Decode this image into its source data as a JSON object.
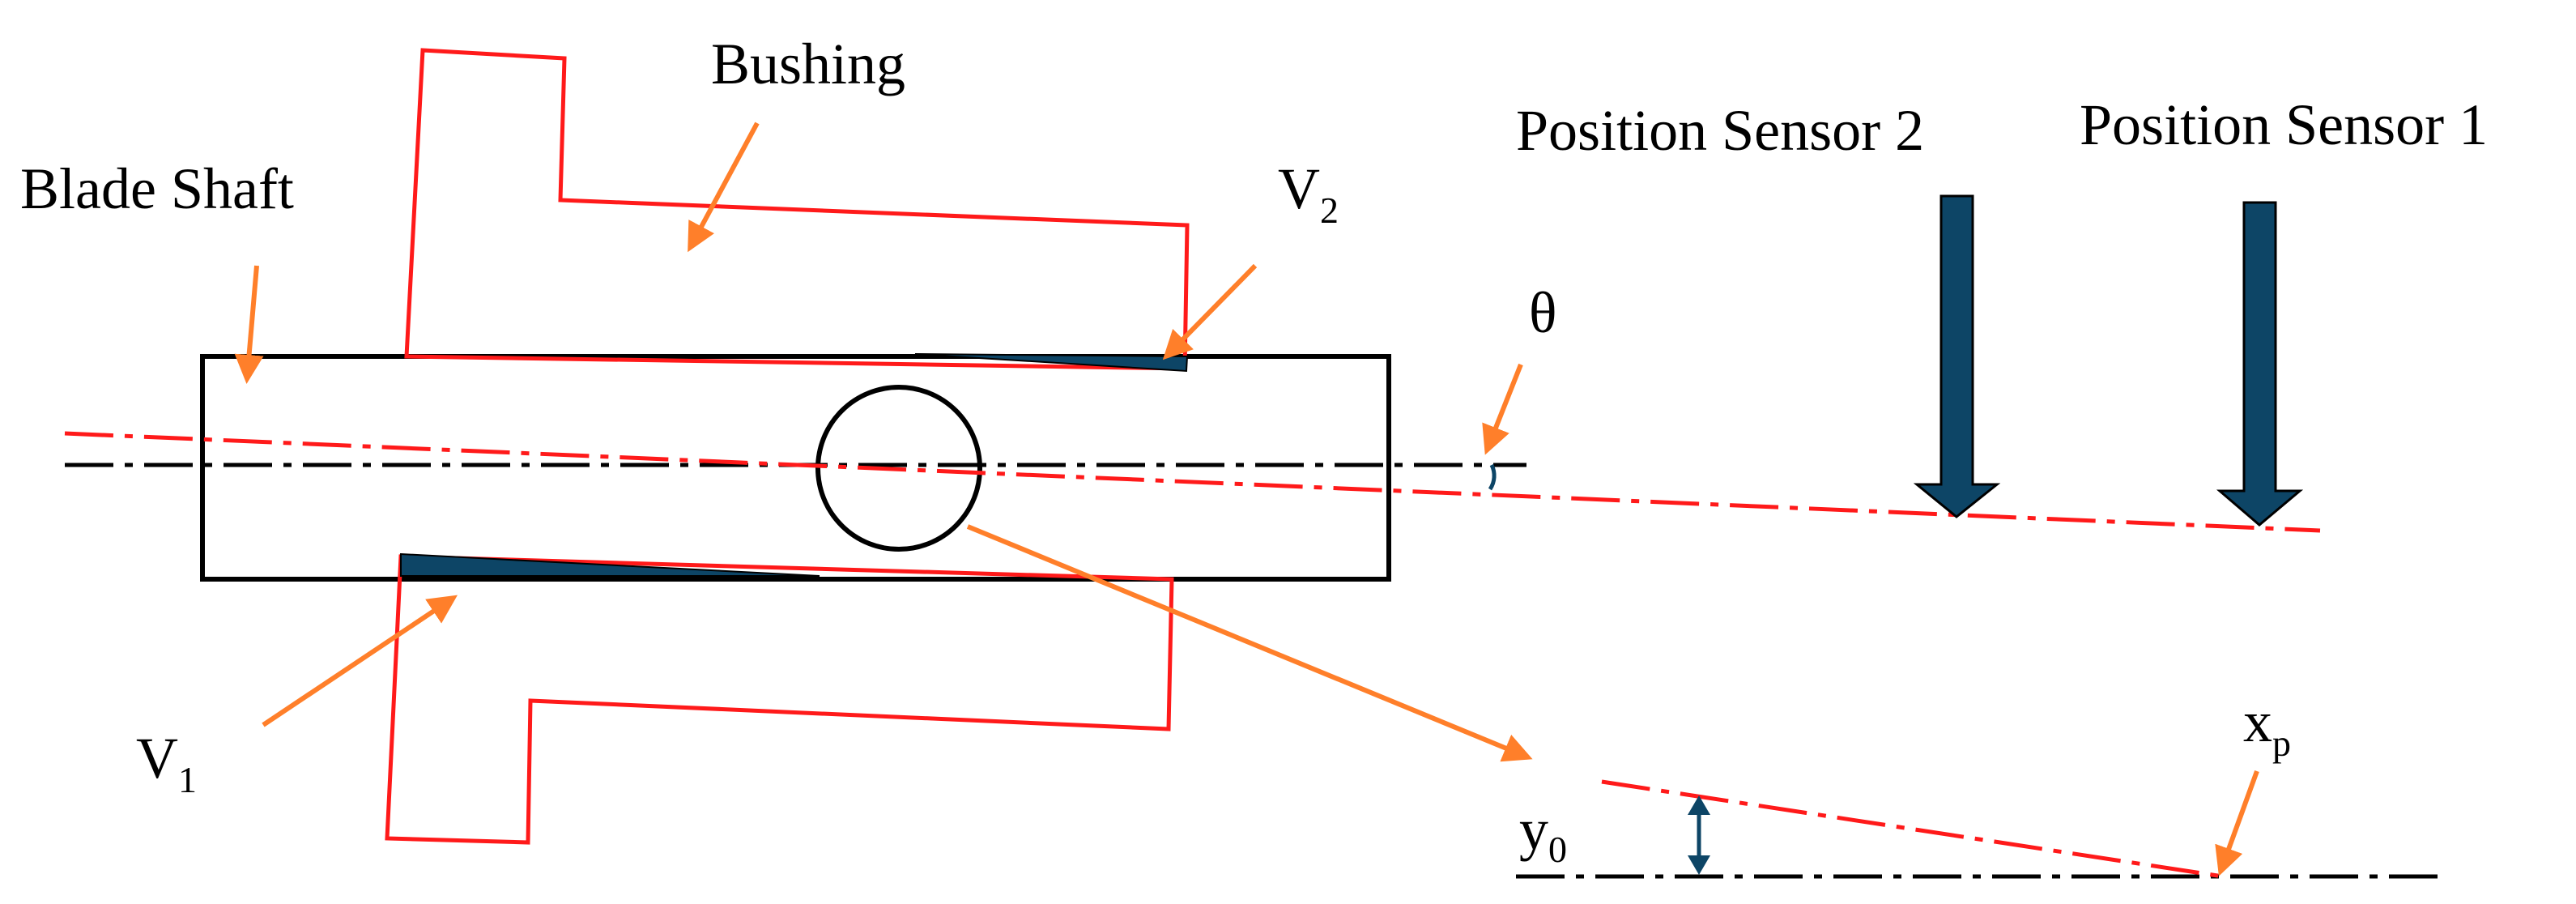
{
  "labels": {
    "bushing": "Bushing",
    "blade_shaft": "Blade Shaft",
    "position_sensor_2": "Position Sensor 2",
    "position_sensor_1": "Position Sensor 1",
    "theta": "θ",
    "v1_main": "V",
    "v1_sub": "1",
    "v2_main": "V",
    "v2_sub": "2",
    "y0_main": "y",
    "y0_sub": "0",
    "xp_main": "x",
    "xp_sub": "p"
  },
  "colors": {
    "bushing_outline": "#ff1a1a",
    "tilted_axis": "#ff1a1a",
    "reference_axis": "#000000",
    "annotation_arrow": "#ff7f2a",
    "sensor_fill": "#0d4566",
    "gap_fill": "#0d4566",
    "shaft_outline": "#000000"
  }
}
